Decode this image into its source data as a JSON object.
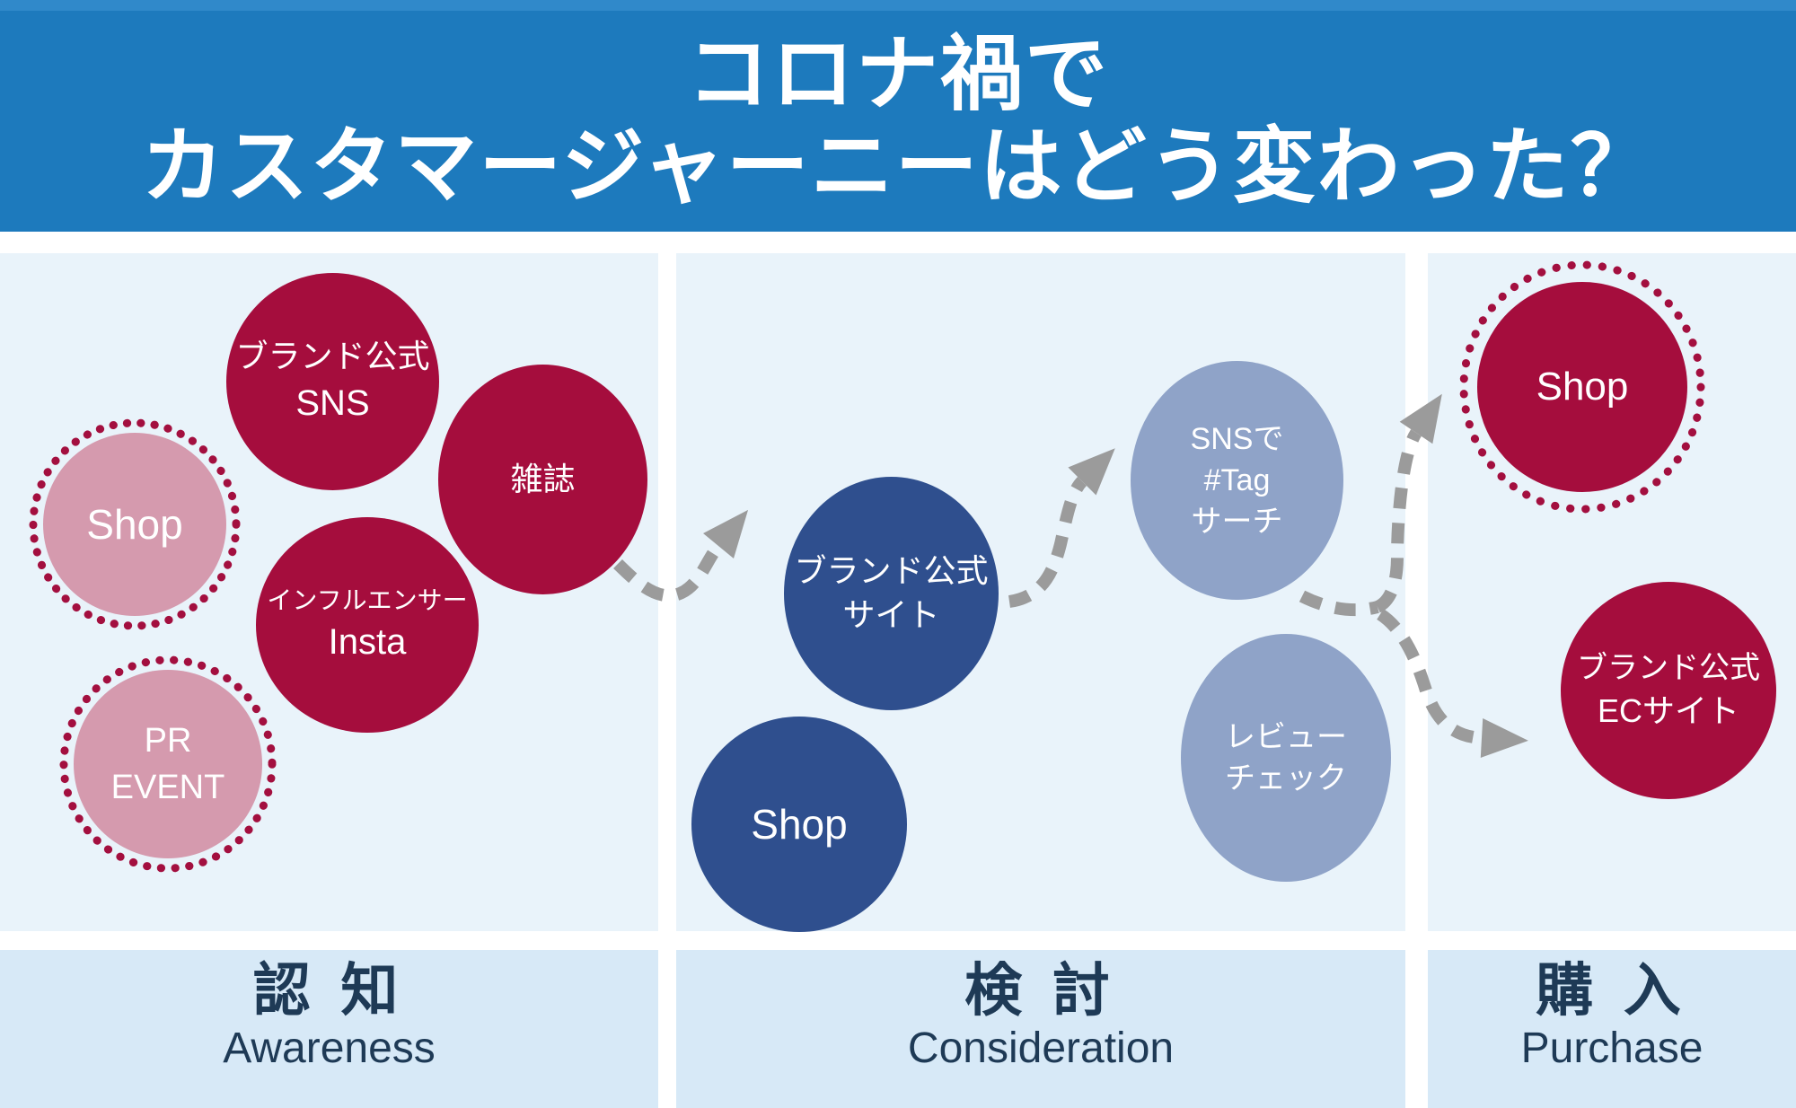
{
  "title": {
    "line1": "コロナ禍で",
    "line2": "カスタマージャーニーはどう変わった？"
  },
  "stages": [
    {
      "jp": "認 知",
      "en": "Awareness"
    },
    {
      "jp": "検 討",
      "en": "Consideration"
    },
    {
      "jp": "購 入",
      "en": "Purchase"
    }
  ],
  "nodes": [
    {
      "id": "brand-official-sns",
      "stage": "awareness",
      "style": "crimson",
      "lines": [
        "ブランド公式",
        "SNS"
      ]
    },
    {
      "id": "magazine",
      "stage": "awareness",
      "style": "crimson",
      "lines": [
        "雑誌"
      ]
    },
    {
      "id": "shop-awareness",
      "stage": "awareness",
      "style": "pink-dotted",
      "lines": [
        "Shop"
      ]
    },
    {
      "id": "influencer-insta",
      "stage": "awareness",
      "style": "crimson",
      "lines": [
        "インフルエンサー",
        "Insta"
      ]
    },
    {
      "id": "pr-event",
      "stage": "awareness",
      "style": "pink-dotted",
      "lines": [
        "PR",
        "EVENT"
      ]
    },
    {
      "id": "brand-official-site",
      "stage": "consideration",
      "style": "navy",
      "lines": [
        "ブランド公式",
        "サイト"
      ]
    },
    {
      "id": "shop-consideration",
      "stage": "consideration",
      "style": "navy",
      "lines": [
        "Shop"
      ]
    },
    {
      "id": "sns-tag-search",
      "stage": "consideration",
      "style": "periwinkle",
      "lines": [
        "SNSで",
        "#Tag",
        "サーチ"
      ]
    },
    {
      "id": "review-check",
      "stage": "consideration",
      "style": "periwinkle",
      "lines": [
        "レビュー",
        "チェック"
      ]
    },
    {
      "id": "shop-purchase",
      "stage": "purchase",
      "style": "crimson-dotted-ring",
      "lines": [
        "Shop"
      ]
    },
    {
      "id": "brand-official-ec",
      "stage": "purchase",
      "style": "crimson",
      "lines": [
        "ブランド公式",
        "ECサイト"
      ]
    }
  ],
  "flows": [
    {
      "from": "magazine",
      "to": "brand-official-site"
    },
    {
      "from": "brand-official-site",
      "to": "sns-tag-search"
    },
    {
      "from": "sns-tag-search",
      "to": "shop-purchase"
    },
    {
      "from": "sns-tag-search",
      "to": "brand-official-ec",
      "via": "review-check"
    }
  ],
  "colors": {
    "header_top_strip": "#3089ca",
    "header_bg": "#1d7abd",
    "title_text": "#ffffff",
    "panel_bg": "#e9f3fa",
    "band_bg": "#d7e9f7",
    "stage_text": "#1e3a56",
    "crimson": "#a50d3d",
    "pink": "#d59aae",
    "dot_crimson": "#a30f3f",
    "navy": "#2f4f8e",
    "periwinkle": "#8fa3c8",
    "arrow_gray": "#9b9b9b"
  }
}
